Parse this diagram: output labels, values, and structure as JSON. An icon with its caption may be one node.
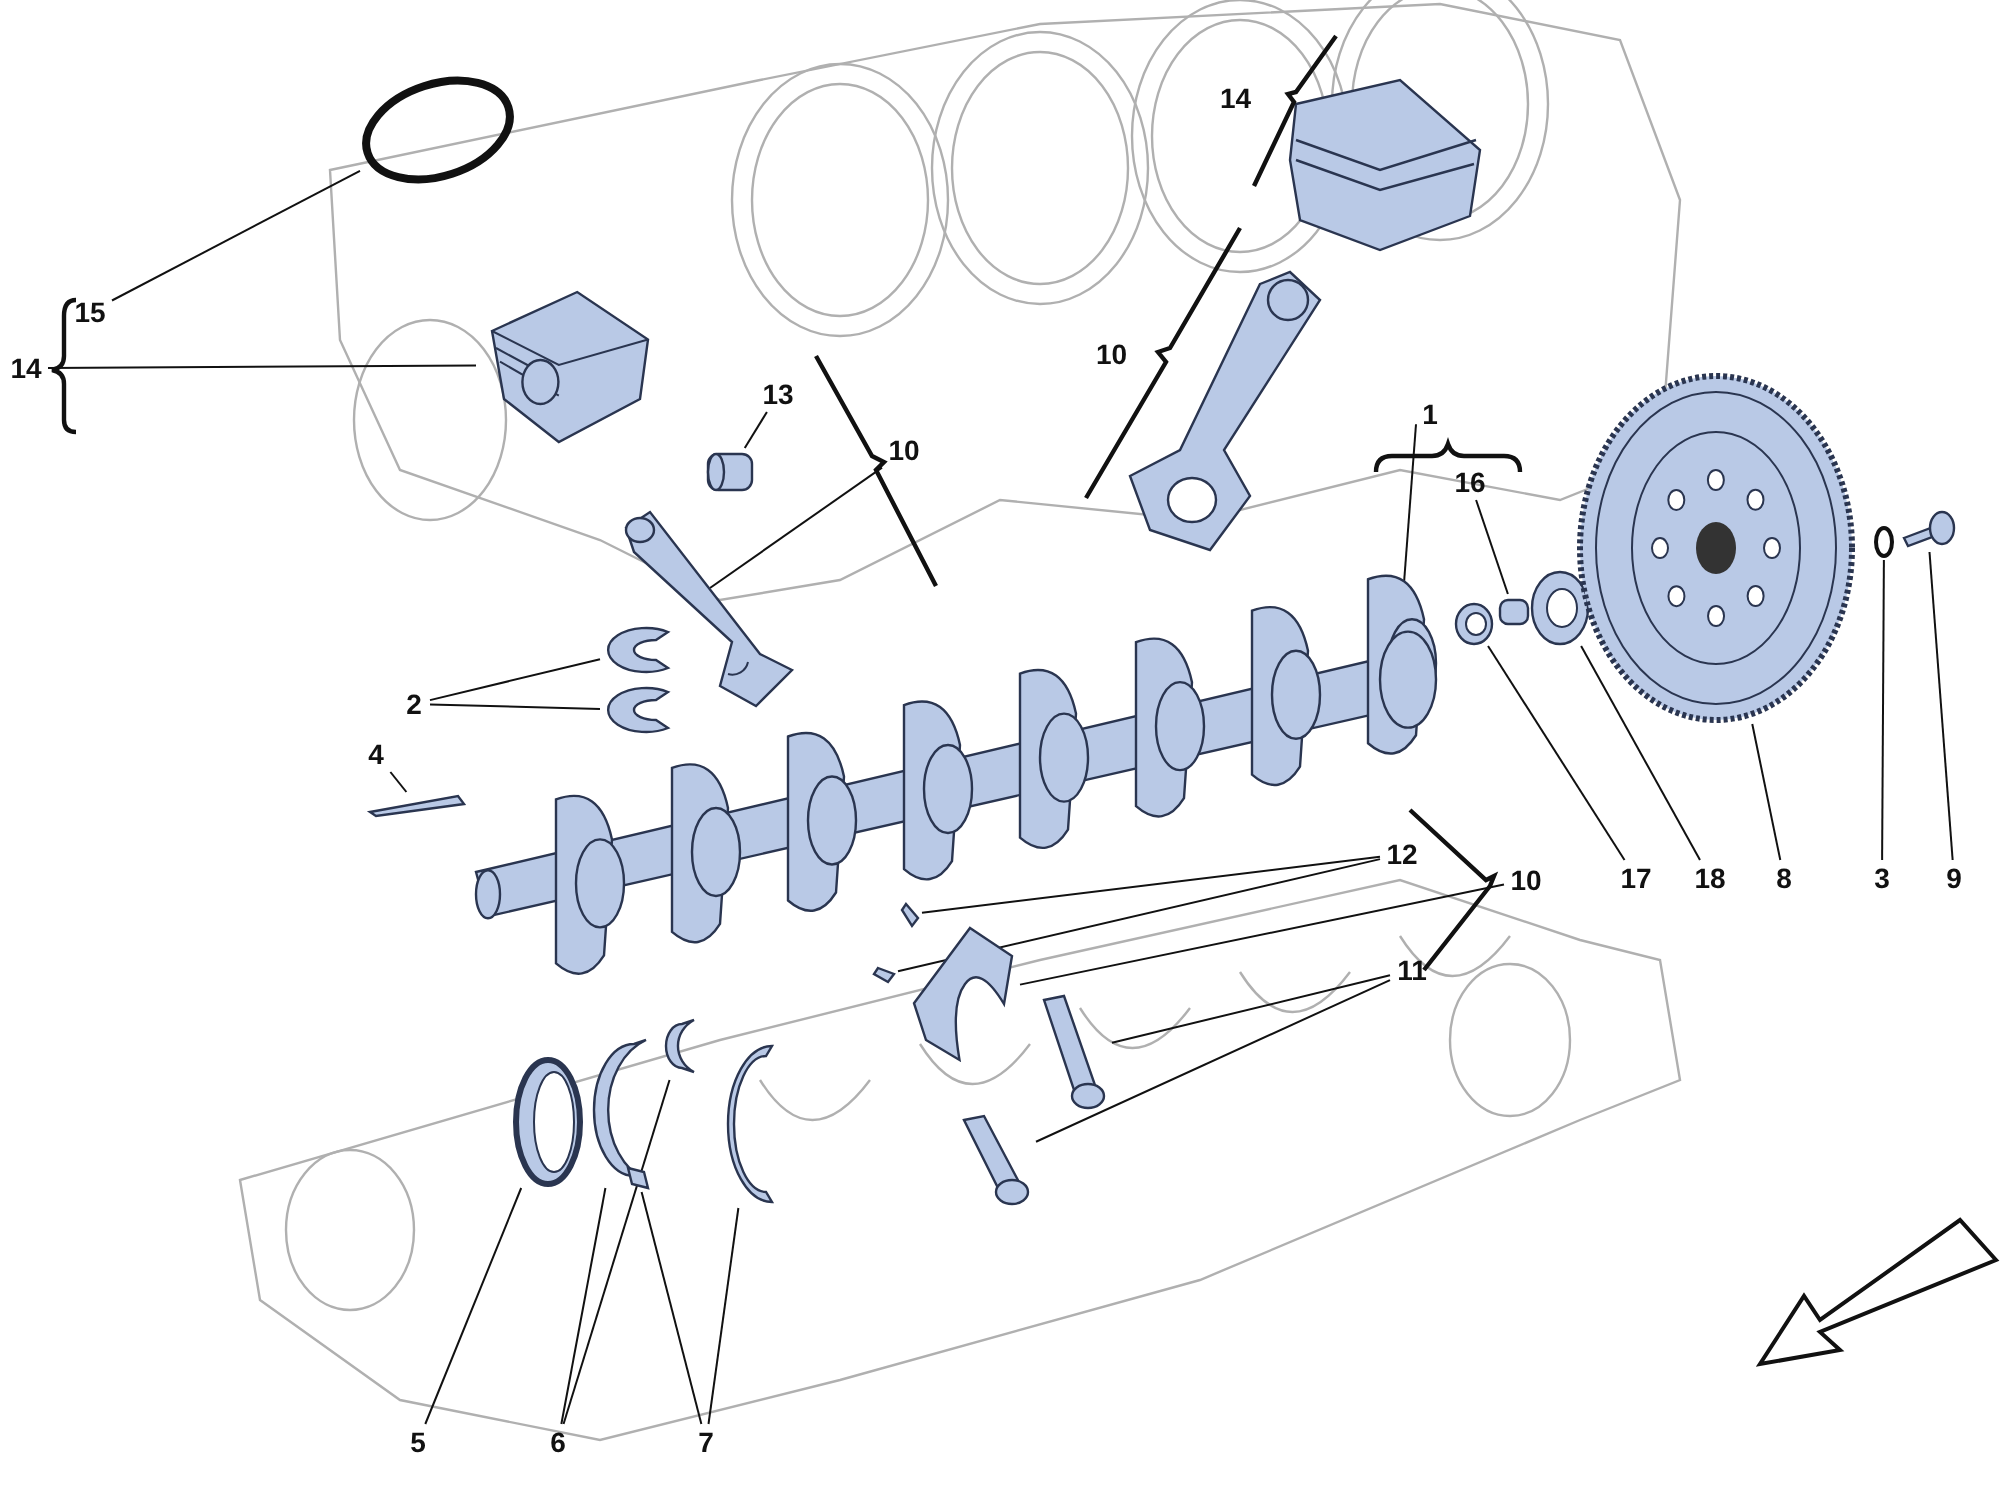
{
  "diagram": {
    "nodes": [
      {
        "text": [
          "15"
        ]
      },
      {
        "text": [],
        "shape": "circle"
      },
      {
        "text": [
          "14"
        ]
      },
      {
        "text": [],
        "shape": "picture"
      },
      {
        "text": [
          "13"
        ]
      },
      {
        "text": [],
        "shape": "picture"
      },
      {
        "text": [
          "10"
        ]
      },
      {
        "text": [],
        "shape": "picture"
      },
      {
        "text": [
          "2"
        ]
      },
      {
        "text": [],
        "shape": "picture"
      },
      {
        "text": [],
        "shape": "picture"
      },
      {
        "text": [
          "4"
        ]
      },
      {
        "text": [],
        "shape": "bar"
      },
      {
        "text": [
          "1"
        ]
      },
      {
        "text": [],
        "shape": "picture"
      },
      {
        "text": [
          "16"
        ]
      },
      {
        "text": [],
        "shape": "cylinder"
      },
      {
        "text": [
          "17"
        ]
      },
      {
        "text": [],
        "shape": "picture"
      },
      {
        "text": [
          "18"
        ]
      },
      {
        "text": [],
        "shape": "picture"
      },
      {
        "text": [
          "8"
        ]
      },
      {
        "text": [],
        "shape": "picture"
      },
      {
        "text": [
          "3"
        ]
      },
      {
        "text": [],
        "shape": "circle"
      },
      {
        "text": [
          "9"
        ]
      },
      {
        "text": [],
        "shape": "picture"
      },
      {
        "text": [
          "12"
        ]
      },
      {
        "text": [],
        "shape": "picture"
      },
      {
        "text": [],
        "shape": "picture"
      },
      {
        "text": [
          "10"
        ]
      },
      {
        "text": [],
        "shape": "picture"
      },
      {
        "text": [
          "11"
        ]
      },
      {
        "text": [],
        "shape": "picture"
      },
      {
        "text": [],
        "shape": "picture"
      },
      {
        "text": [
          "5"
        ]
      },
      {
        "text": [],
        "shape": "picture"
      },
      {
        "text": [
          "6"
        ]
      },
      {
        "text": [],
        "shape": "picture"
      },
      {
        "text": [],
        "shape": "picture"
      },
      {
        "text": [
          "7"
        ]
      },
      {
        "text": [],
        "shape": "picture"
      },
      {
        "text": [],
        "shape": "picture"
      }
    ],
    "edges": [
      {
        "from": 0,
        "to": 1,
        "arrow": "none"
      },
      {
        "from": 2,
        "to": 3,
        "arrow": "none"
      },
      {
        "from": 4,
        "to": 5,
        "arrow": "none"
      },
      {
        "from": 6,
        "to": 7,
        "arrow": "none"
      },
      {
        "from": 8,
        "to": 9,
        "arrow": "none"
      },
      {
        "from": 8,
        "to": 10,
        "arrow": "none"
      },
      {
        "from": 11,
        "to": 12,
        "arrow": "none"
      },
      {
        "from": 13,
        "to": 14,
        "arrow": "none"
      },
      {
        "from": 15,
        "to": 16,
        "arrow": "none"
      },
      {
        "from": 17,
        "to": 18,
        "arrow": "none"
      },
      {
        "from": 19,
        "to": 20,
        "arrow": "none"
      },
      {
        "from": 21,
        "to": 22,
        "arrow": "none"
      },
      {
        "from": 23,
        "to": 24,
        "arrow": "none"
      },
      {
        "from": 25,
        "to": 26,
        "arrow": "none"
      },
      {
        "from": 27,
        "to": 28,
        "arrow": "none"
      },
      {
        "from": 27,
        "to": 29,
        "arrow": "none"
      },
      {
        "from": 30,
        "to": 31,
        "arrow": "none"
      },
      {
        "from": 32,
        "to": 33,
        "arrow": "none"
      },
      {
        "from": 32,
        "to": 34,
        "arrow": "none"
      },
      {
        "from": 35,
        "to": 36,
        "arrow": "none"
      },
      {
        "from": 37,
        "to": 38,
        "arrow": "none"
      },
      {
        "from": 37,
        "to": 39,
        "arrow": "none"
      },
      {
        "from": 40,
        "to": 41,
        "arrow": "none"
      },
      {
        "from": 40,
        "to": 42,
        "arrow": "none"
      }
    ],
    "labels": [
      "14",
      "10"
    ]
  }
}
